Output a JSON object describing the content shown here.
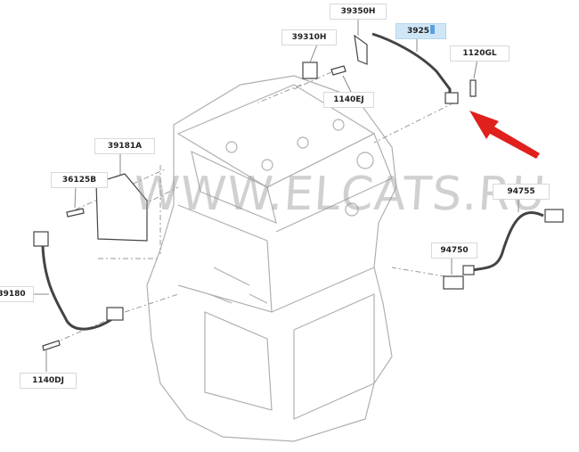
{
  "diagram": {
    "watermark": "WWW.ELCATS.RU",
    "labels": {
      "l39350H": "39350H",
      "l39310H": "39310H",
      "l3925": "3925",
      "l1120GL": "1120GL",
      "l1140EJ": "1140EJ",
      "l39181A": "39181A",
      "l36125B": "36125B",
      "l94755": "94755",
      "l94750": "94750",
      "l39180": "39180",
      "l1140DJ": "1140DJ"
    },
    "colors": {
      "line": "#9a9a9a",
      "part": "#555555",
      "arrow": "#e0201c",
      "selected": "#cfe6f7"
    }
  }
}
